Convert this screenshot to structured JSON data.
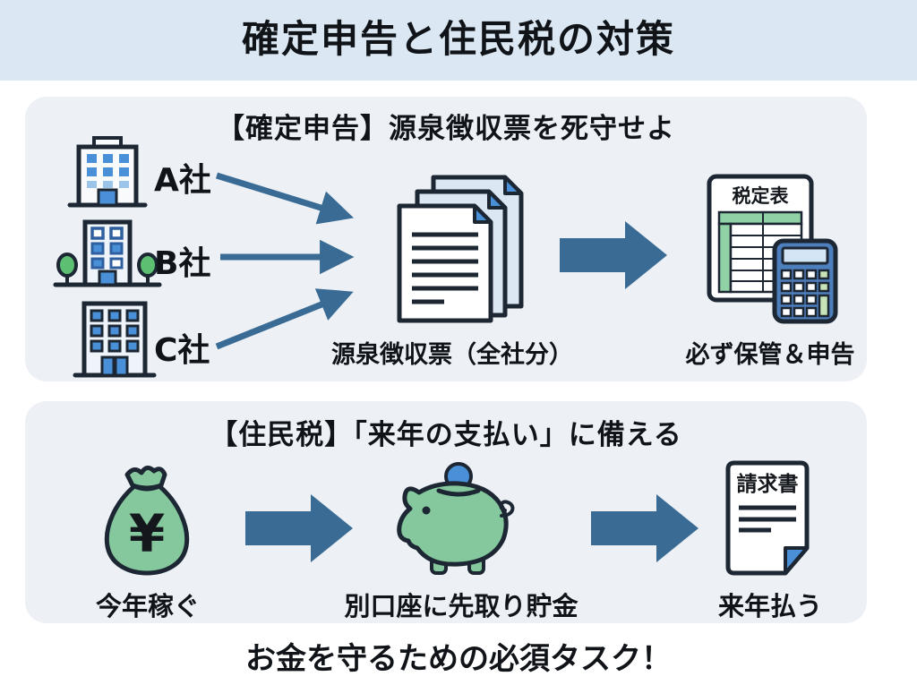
{
  "header": {
    "title": "確定申告と住民税の対策"
  },
  "section1": {
    "heading": "【確定申告】源泉徴収票を死守せよ",
    "companies": [
      {
        "label": "A社"
      },
      {
        "label": "B社"
      },
      {
        "label": "C社"
      }
    ],
    "documents_caption": "源泉徴収票（全社分）",
    "spreadsheet_title": "税定表",
    "keep_caption": "必ず保管＆申告"
  },
  "section2": {
    "heading": "【住民税】「来年の支払い」に備える",
    "earn_caption": "今年稼ぐ",
    "moneybag_symbol": "¥",
    "save_caption": "別口座に先取り貯金",
    "invoice_label": "請求書",
    "pay_caption": "来年払う"
  },
  "footer": {
    "message": "お金を守るための必須タスク！"
  },
  "colors": {
    "band_bg": "#dbe8f3",
    "panel_bg": "#edf0f5",
    "arrow_blue": "#396b94",
    "icon_outline": "#1c2733",
    "window_blue": "#4a90d9",
    "icon_green": "#85c89d",
    "sheet_green": "#90d2a6",
    "calc_body_blue": "#4e7fbd",
    "calc_screen": "#d4e6f5",
    "calc_green_key": "#c9e3b9",
    "page_back_blue": "#dbe7f3"
  }
}
